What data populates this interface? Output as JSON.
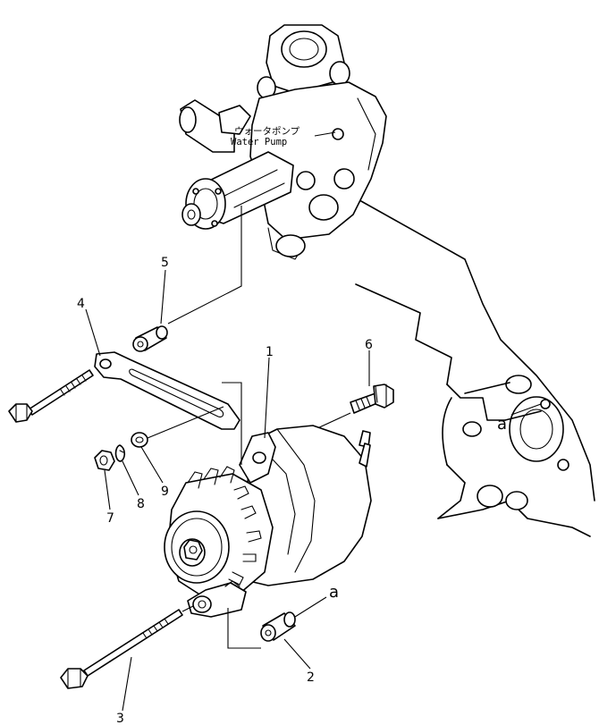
{
  "labels": {
    "water_pump_ja": "ウォータポンプ",
    "water_pump_en": "Water Pump"
  },
  "callouts": {
    "p1": "1",
    "p2": "2",
    "p3": "3",
    "p4": "4",
    "p5": "5",
    "p6": "6",
    "p7": "7",
    "p8": "8",
    "p9": "9"
  },
  "refs": {
    "a_engine": "a",
    "a_spacer": "a"
  }
}
